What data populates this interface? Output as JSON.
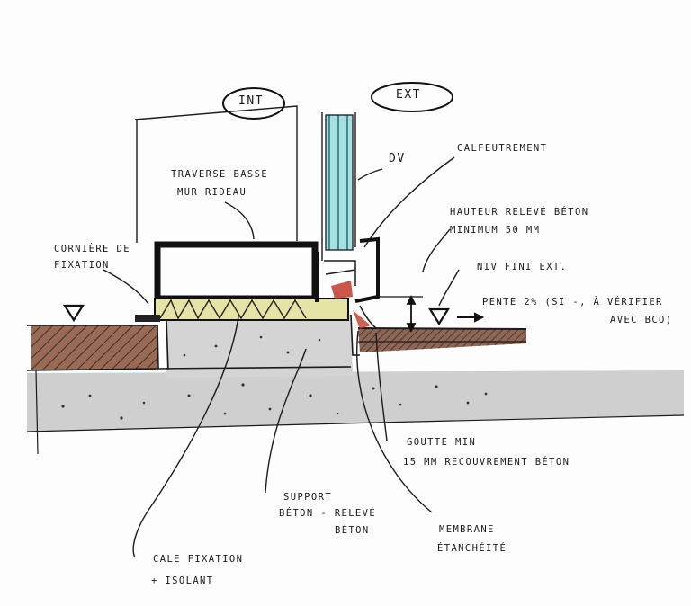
{
  "labels": {
    "int": "INT",
    "ext": "EXT",
    "dv": "DV",
    "calfeutrement": "CALFEUTREMENT",
    "traverse_line1": "TRAVERSE BASSE",
    "traverse_line2": "MUR RIDEAU",
    "hauteur_line1": "HAUTEUR RELEVÉ BÉTON",
    "hauteur_line2": "MINIMUM 50 MM",
    "corniere_line1": "CORNIÈRE DE",
    "corniere_line2": "FIXATION",
    "niv": "NIV FINI EXT.",
    "pente_line1": "PENTE 2% (SI -, À VÉRIFIER",
    "pente_line2": "AVEC BCO)",
    "goutte_line1": "GOUTTE MIN",
    "goutte_line2": "15 MM RECOUVREMENT BÉTON",
    "support_line1": "SUPPORT",
    "support_line2": "BÉTON - RELEVÉ",
    "support_line3": "BÉTON",
    "membrane_line1": "MEMBRANE",
    "membrane_line2": "ÉTANCHÉITÉ",
    "cale_line1": "CALE FIXATION",
    "cale_line2": "+ ISOLANT"
  },
  "colors": {
    "ink": "#1a1a1a",
    "ground_brown": "#9a6a55",
    "concrete_grey": "#cfcfcf",
    "glass_blue": "#8fd3d6",
    "insulation_yellow": "#e9e6a8",
    "accent_red": "#c0392b"
  }
}
